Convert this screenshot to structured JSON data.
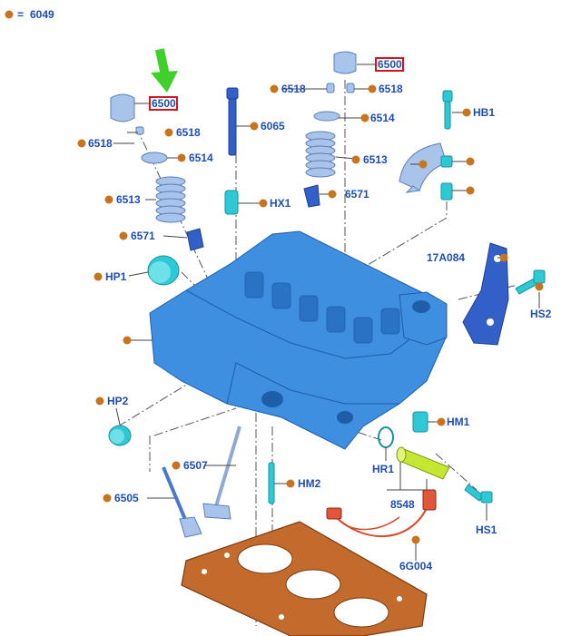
{
  "legend": {
    "symbol": "=",
    "value": "6049"
  },
  "labels": {
    "l_6500_a": "6500",
    "l_6500_b": "6500",
    "l_6518_a": "6518",
    "l_6518_b": "6518",
    "l_6518_c": "6518",
    "l_6518_d": "6518",
    "l_6514_a": "6514",
    "l_6514_b": "6514",
    "l_6513_a": "6513",
    "l_6513_b": "6513",
    "l_6571_a": "6571",
    "l_6571_b": "6571",
    "l_6065": "6065",
    "l_hx1": "HX1",
    "l_hb1": "HB1",
    "l_17a084": "17A084",
    "l_hs2": "HS2",
    "l_hp1": "HP1",
    "l_hp2": "HP2",
    "l_hm1": "HM1",
    "l_hm2": "HM2",
    "l_hr1": "HR1",
    "l_8548": "8548",
    "l_hs1": "HS1",
    "l_6507": "6507",
    "l_6505": "6505",
    "l_6g004": "6G004"
  },
  "colors": {
    "accent_dot": "#c8731d",
    "label_blue": "#1f4fb4",
    "highlight_box": "#d6141c",
    "arrow_green": "#3fd12a",
    "gasket_copper": "#c36a2d"
  }
}
